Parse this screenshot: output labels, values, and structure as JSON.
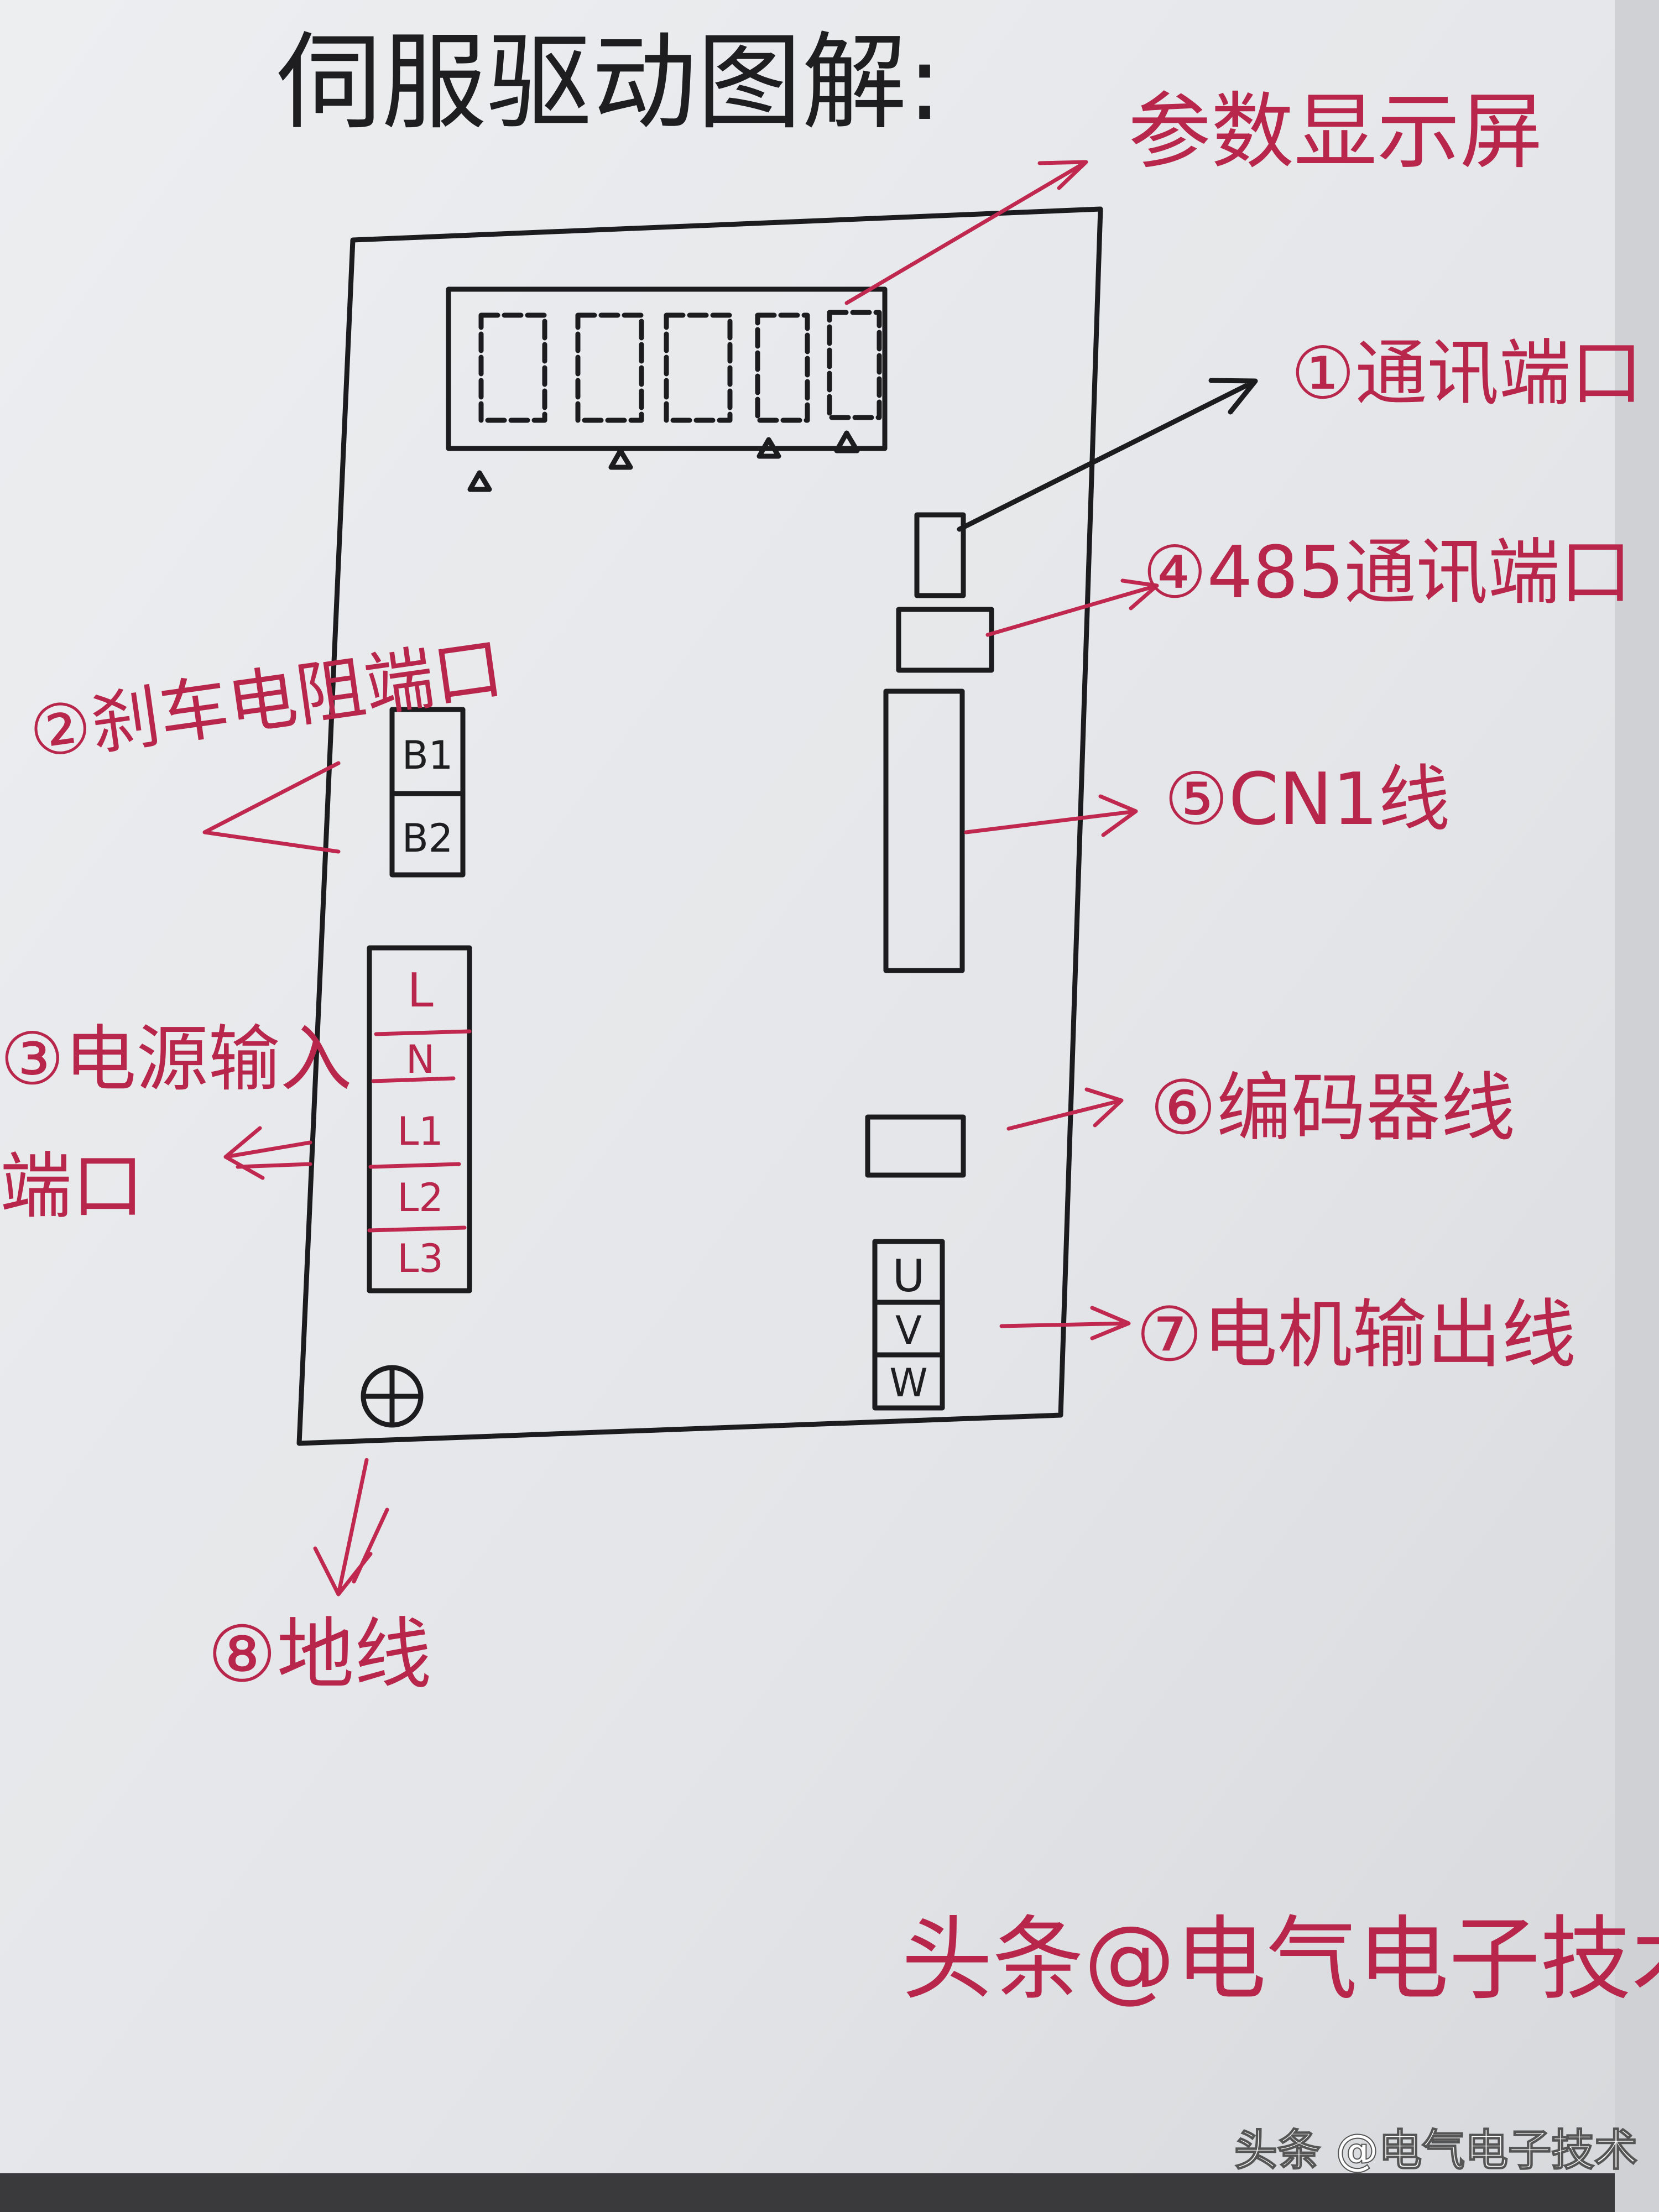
{
  "title": "伺服驱动图解:",
  "labels": {
    "display": "参数显示屏",
    "comm_port": "①通讯端口",
    "rs485_port": "④485通讯端口",
    "brake_port": "②刹车电阻端口",
    "cn1": "⑤CN1线",
    "power_input_1": "③电源输入",
    "power_input_2": "端口",
    "encoder": "⑥编码器线",
    "motor_output": "⑦电机输出线",
    "ground": "⑧地线"
  },
  "brake_terminals": [
    "B1",
    "B2"
  ],
  "power_terminals": [
    "L",
    "N",
    "L1",
    "L2",
    "L3"
  ],
  "motor_terminals": [
    "U",
    "V",
    "W"
  ],
  "signature": "头条@电气电子技术",
  "watermark": "头条 @电气电子技术",
  "colors": {
    "ink": "#1c1c1e",
    "red_pen": "#c0284f",
    "paper": "#e4e6e8"
  }
}
